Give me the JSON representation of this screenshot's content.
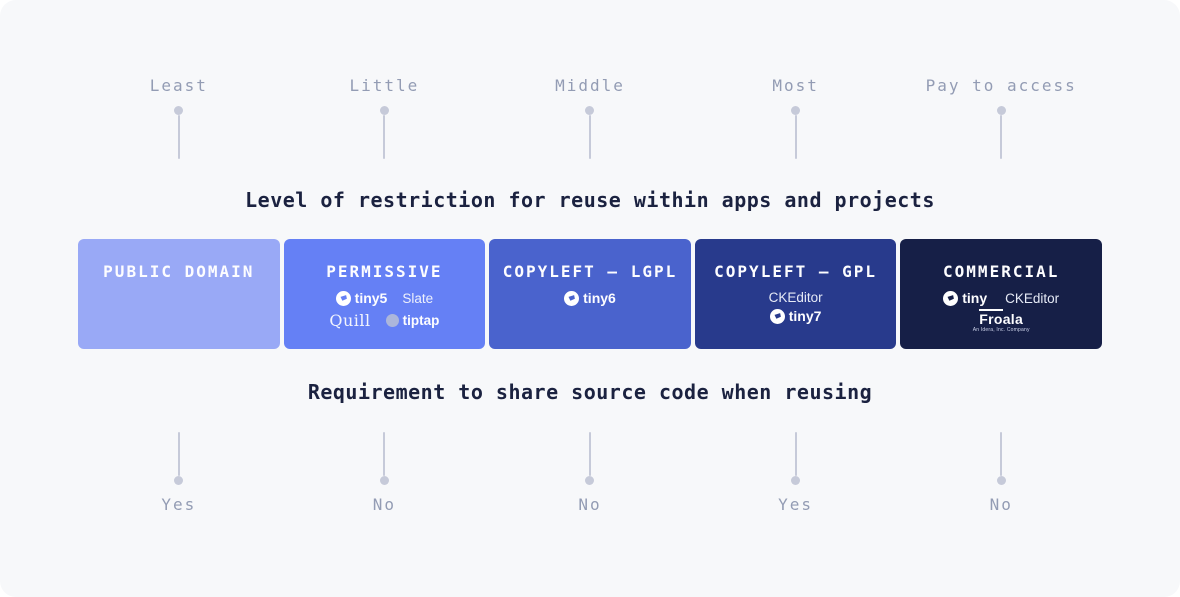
{
  "top_axis": {
    "title": "Level of restriction for reuse within apps and projects",
    "labels": [
      "Least",
      "Little",
      "Middle",
      "Most",
      "Pay to access"
    ]
  },
  "bottom_axis": {
    "title": "Requirement to share source code when reusing",
    "labels": [
      "Yes",
      "No",
      "No",
      "Yes",
      "No"
    ]
  },
  "cards": [
    {
      "title": "PUBLIC DOMAIN",
      "color": "#99a9f6"
    },
    {
      "title": "PERMISSIVE",
      "color": "#6580f5",
      "logos": {
        "tiny": "tiny5",
        "slate": "Slate",
        "quill": "Quill",
        "tiptap": "tiptap"
      }
    },
    {
      "title": "COPYLEFT — LGPL",
      "color": "#4a63cd",
      "logos": {
        "tiny": "tiny6"
      }
    },
    {
      "title": "COPYLEFT — GPL",
      "color": "#283a8c",
      "logos": {
        "ckeditor": "CKEditor",
        "tiny": "tiny7"
      }
    },
    {
      "title": "COMMERCIAL",
      "color": "#161f47",
      "logos": {
        "tiny": "tiny",
        "ckeditor": "CKEditor",
        "froala": "Froala",
        "froala_sub": "An Idera, Inc. Company"
      }
    }
  ],
  "colors": {
    "panel_bg": "#f7f8fa",
    "pin": "#c6cad9",
    "label_gray": "#939cb4",
    "title_navy": "#1b2240"
  }
}
